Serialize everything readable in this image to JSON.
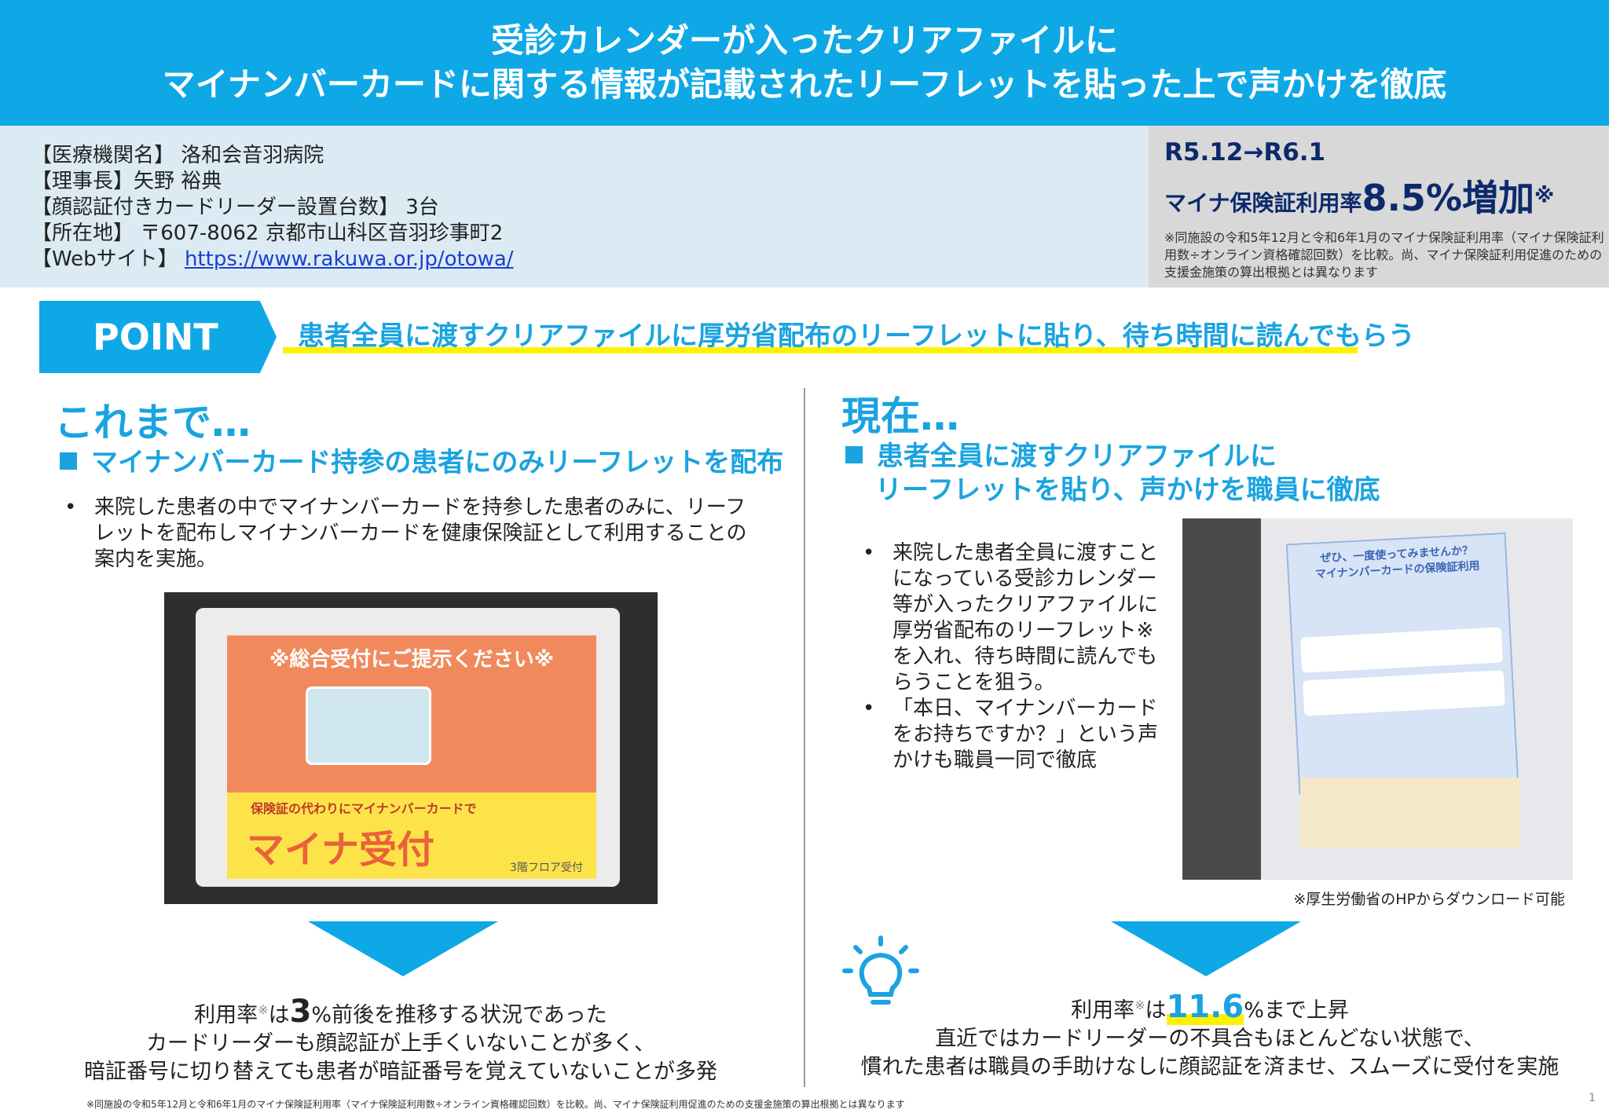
{
  "header": {
    "line1": "受診カレンダーが入ったクリアファイルに",
    "line2": "マイナンバーカードに関する情報が記載されたリーフレットを貼った上で声かけを徹底"
  },
  "info": {
    "lines": [
      "【医療機関名】 洛和会音羽病院",
      "【理事長】矢野 裕典",
      "【顔認証付きカードリーダー設置台数】 3台",
      "【所在地】 〒607-8062 京都市山科区音羽珍事町2"
    ],
    "web_label": "【Webサイト】 ",
    "web_url": "https://www.rakuwa.or.jp/otowa/"
  },
  "stat": {
    "period": "R5.12→R6.1",
    "prefix": "マイナ保険証利用率",
    "value": "8.5%増加",
    "mark": "※",
    "note": "※同施設の令和5年12月と令和6年1月のマイナ保険証利用率（マイナ保険証利用数÷オンライン資格確認回数）を比較。尚、マイナ保険証利用促進のための支援金施策の算出根拠とは異なります"
  },
  "point": {
    "label": "POINT",
    "headline": "患者全員に渡すクリアファイルに厚労省配布のリーフレットに貼り、待ち時間に読んでもらう"
  },
  "before": {
    "title": "これまで…",
    "heading": "マイナンバーカード持参の患者にのみリーフレットを配布",
    "bullets": [
      "来院した患者の中でマイナンバーカードを持参した患者のみに、リーフレットを配布しマイナンバーカードを健康保険証として利用することの案内を実施。"
    ],
    "photo": {
      "top": "※総合受付にご提示ください※",
      "sub": "保険証の代わりにマイナンバーカードで",
      "main": "マイナ受付",
      "floor": "3階フロア受付"
    },
    "result": {
      "pre": "利用率",
      "mark": "※",
      "mid": "は",
      "num": "3",
      "post": "%前後を推移する状況であった",
      "line2": "カードリーダーも顔認証が上手くいないことが多く、",
      "line3": "暗証番号に切り替えても患者が暗証番号を覚えていないことが多発"
    }
  },
  "now": {
    "title": "現在…",
    "heading1": "患者全員に渡すクリアファイルに",
    "heading2": "リーフレットを貼り、声かけを職員に徹底",
    "bullets": [
      "来院した患者全員に渡すことになっている受診カレンダー等が入ったクリアファイルに厚労省配布のリーフレット※を入れ、待ち時間に読んでもらうことを狙う。",
      "「本日、マイナンバーカードをお持ちですか？」という声かけも職員一同で徹底"
    ],
    "photo": {
      "title1": "ぜひ、一度使ってみませんか？",
      "title2": "マイナンバーカードの保険証利用"
    },
    "caption": "※厚生労働省のHPからダウンロード可能",
    "result": {
      "pre": "利用率",
      "mark": "※",
      "mid": "は",
      "num": "11.6",
      "post": "%まで上昇",
      "line2": "直近ではカードリーダーの不具合もほとんどない状態で、",
      "line3": "慣れた患者は職員の手助けなしに顔認証を済ませ、スムーズに受付を実施"
    }
  },
  "footer": {
    "note": "※同施設の令和5年12月と令和6年1月のマイナ保険証利用率（マイナ保険証利用数÷オンライン資格確認回数）を比較。尚、マイナ保険証利用促進のための支援金施策の算出根拠とは異なります",
    "page": "1"
  }
}
